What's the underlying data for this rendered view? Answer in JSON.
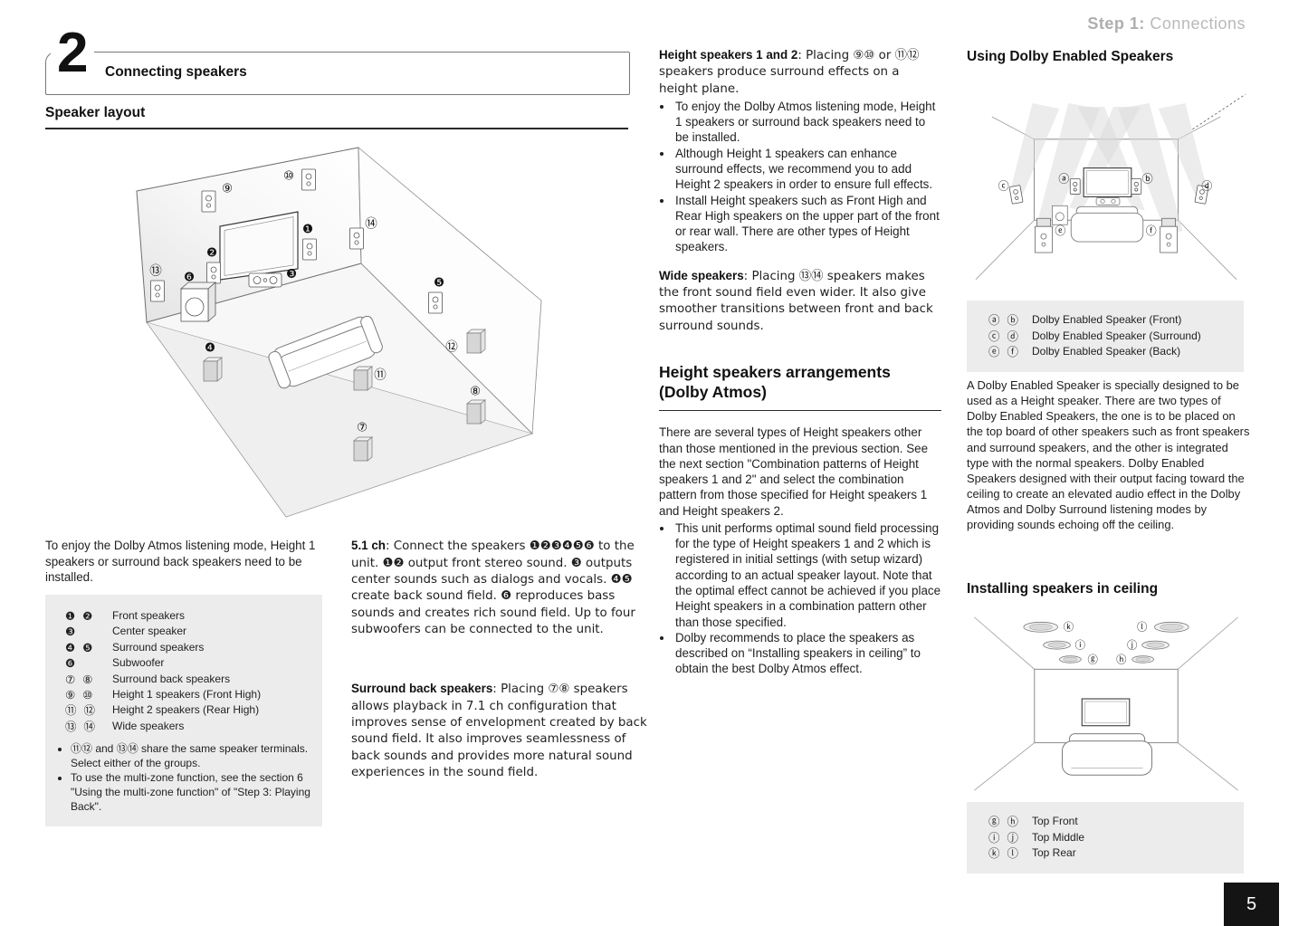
{
  "header": {
    "step_label": "Step 1:",
    "step_title": " Connections"
  },
  "chapter": {
    "number": "2",
    "title": "Connecting speakers"
  },
  "left": {
    "section_title": "Speaker layout",
    "intro": "To enjoy the Dolby Atmos listening mode, Height 1 speakers or surround back speakers need to be installed.",
    "legend": {
      "rows": [
        {
          "badges": "❶ ❷",
          "label": "Front speakers"
        },
        {
          "badges": "❸",
          "label": "Center speaker"
        },
        {
          "badges": "❹ ❺",
          "label": "Surround speakers"
        },
        {
          "badges": "❻",
          "label": "Subwoofer"
        },
        {
          "badges": "⑦ ⑧",
          "label": "Surround back speakers"
        },
        {
          "badges": "⑨ ⑩",
          "label": "Height 1 speakers (Front High)"
        },
        {
          "badges": "⑪ ⑫",
          "label": "Height 2 speakers (Rear High)"
        },
        {
          "badges": "⑬ ⑭",
          "label": "Wide speakers"
        }
      ],
      "notes": [
        "⑪⑫ and ⑬⑭ share the same speaker terminals. Select either of the groups.",
        "To use the multi-zone function, see the section 6 \"Using the multi-zone function\" of \"Step 3: Playing Back\"."
      ]
    }
  },
  "room_diagram": {
    "badges": {
      "n1": "❶",
      "n2": "❷",
      "n3": "❸",
      "n4": "❹",
      "n5": "❺",
      "n6": "❻",
      "n7": "⑦",
      "n8": "⑧",
      "n9": "⑨",
      "n10": "⑩",
      "n11": "⑪",
      "n12": "⑫",
      "n13": "⑬",
      "n14": "⑭"
    }
  },
  "mid": {
    "p1_lead": "5.1 ch",
    "p1_text": ": Connect the speakers ❶❷❸❹❺❻ to the unit. ❶❷ output front stereo sound. ❸ outputs center sounds such as dialogs and vocals. ❹❺ create back sound field. ❻ reproduces bass sounds and creates rich sound field. Up to four subwoofers can be connected to the unit.",
    "p2_lead": "Surround back speakers",
    "p2_text": ": Placing ⑦⑧ speakers allows playback in 7.1 ch configuration that improves sense of envelopment created by back sound field. It also improves seamlessness of back sounds and provides more natural sound experiences in the sound field."
  },
  "col3": {
    "p1_lead": "Height speakers 1 and 2",
    "p1_text": ": Placing ⑨⑩ or ⑪⑫ speakers produce surround effects on a height plane.",
    "bullets1": [
      "To enjoy the Dolby Atmos listening mode, Height 1 speakers or surround back speakers need to be installed.",
      "Although Height 1 speakers can enhance surround effects, we recommend you to add Height 2 speakers in order to ensure full effects.",
      "Install Height speakers such as Front High and Rear High speakers on the upper part of the front or rear wall. There are other types of Height speakers."
    ],
    "p2_lead": "Wide speakers",
    "p2_text": ": Placing ⑬⑭ speakers makes the front sound field even wider. It also give smoother transitions between front and back surround sounds.",
    "heading_line1": "Height speakers arrangements",
    "heading_line2": "(Dolby Atmos)",
    "p3": "There are several types of Height speakers other than those mentioned in the previous section. See the next section \"Combination patterns of Height speakers 1 and 2\" and select the combination pattern from those specified for Height speakers 1 and Height speakers 2.",
    "bullets2": [
      "This unit performs optimal sound field processing for the type of Height speakers 1 and 2 which is registered in initial settings (with setup wizard) according to an actual speaker layout. Note that the optimal effect cannot be achieved if you place Height speakers in a combination pattern other than those specified.",
      "Dolby recommends to place the speakers as described on “Installing speakers in ceiling” to obtain the best Dolby Atmos effect."
    ]
  },
  "col4": {
    "heading1": "Using Dolby Enabled Speakers",
    "legend1": [
      {
        "badges": "ⓐ ⓑ",
        "label": "Dolby Enabled Speaker (Front)"
      },
      {
        "badges": "ⓒ ⓓ",
        "label": "Dolby Enabled Speaker (Surround)"
      },
      {
        "badges": "ⓔ ⓕ",
        "label": "Dolby Enabled Speaker (Back)"
      }
    ],
    "p1": "A Dolby Enabled Speaker is specially designed to be used as a Height speaker. There are two types of Dolby Enabled Speakers, the one is to be placed on the top board of other speakers such as front speakers and surround speakers, and the other is integrated type with the normal speakers. Dolby Enabled Speakers designed with their output facing toward the ceiling to create an elevated audio effect in the Dolby Atmos and Dolby Surround listening modes by providing sounds echoing off the ceiling.",
    "heading2": "Installing speakers in ceiling",
    "legend2": [
      {
        "badges": "ⓖ ⓗ",
        "label": "Top Front"
      },
      {
        "badges": "ⓘ ⓙ",
        "label": "Top Middle"
      },
      {
        "badges": "ⓚ ⓛ",
        "label": "Top Rear"
      }
    ]
  },
  "dolby_diagram": {
    "labels": {
      "a": "ⓐ",
      "b": "ⓑ",
      "c": "ⓒ",
      "d": "ⓓ",
      "e": "ⓔ",
      "f": "ⓕ"
    }
  },
  "ceiling_diagram": {
    "labels": {
      "g": "ⓖ",
      "h": "ⓗ",
      "i": "ⓘ",
      "j": "ⓙ",
      "k": "ⓚ",
      "l": "ⓛ"
    }
  },
  "footer": {
    "page_number": "5"
  }
}
